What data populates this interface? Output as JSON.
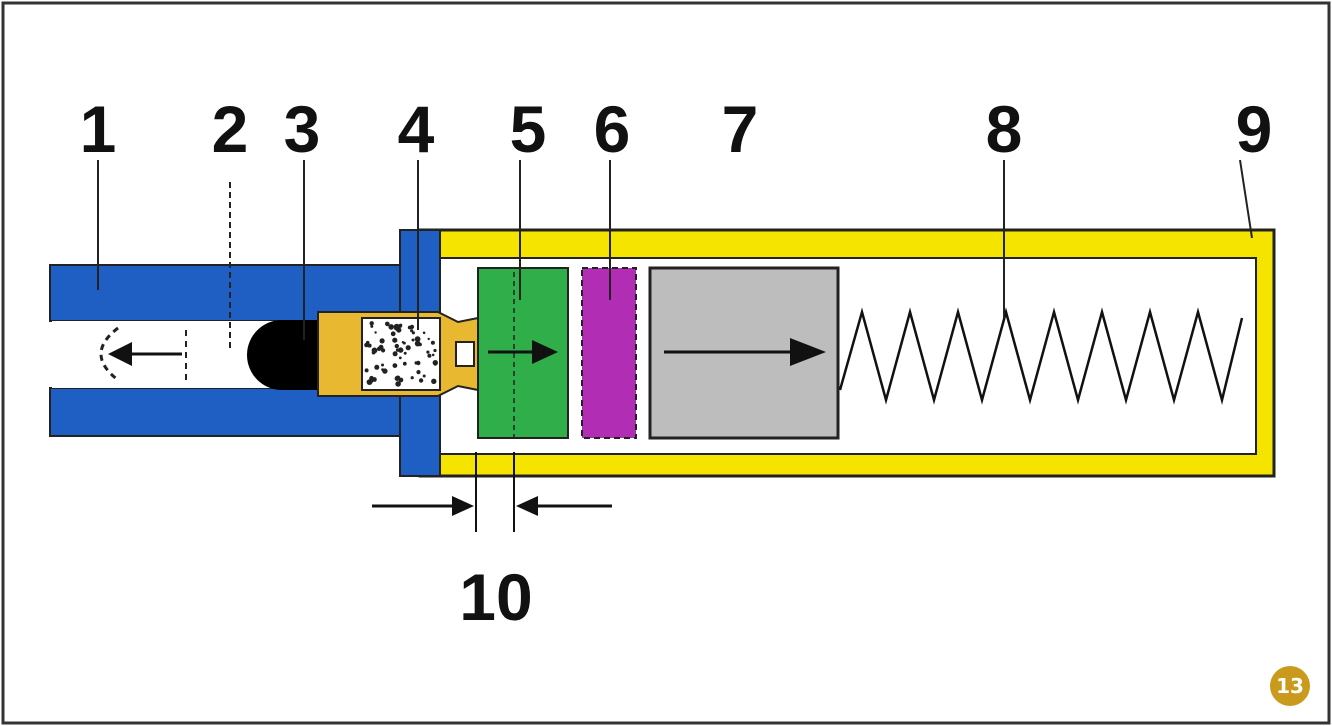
{
  "labels": {
    "n1": "1",
    "n2": "2",
    "n3": "3",
    "n4": "4",
    "n5": "5",
    "n6": "6",
    "n7": "7",
    "n8": "8",
    "n9": "9",
    "n10": "10"
  },
  "badge": "13",
  "colors": {
    "housing_blue": "#1f5fc4",
    "casing_yellow": "#f5e400",
    "piston_green": "#2fae4a",
    "pad_magenta": "#b02db4",
    "mass_gray": "#bdbdbd",
    "ball_black": "#000000",
    "cartridge_gold": "#e8b830",
    "badge_gold": "#c99a1c"
  }
}
